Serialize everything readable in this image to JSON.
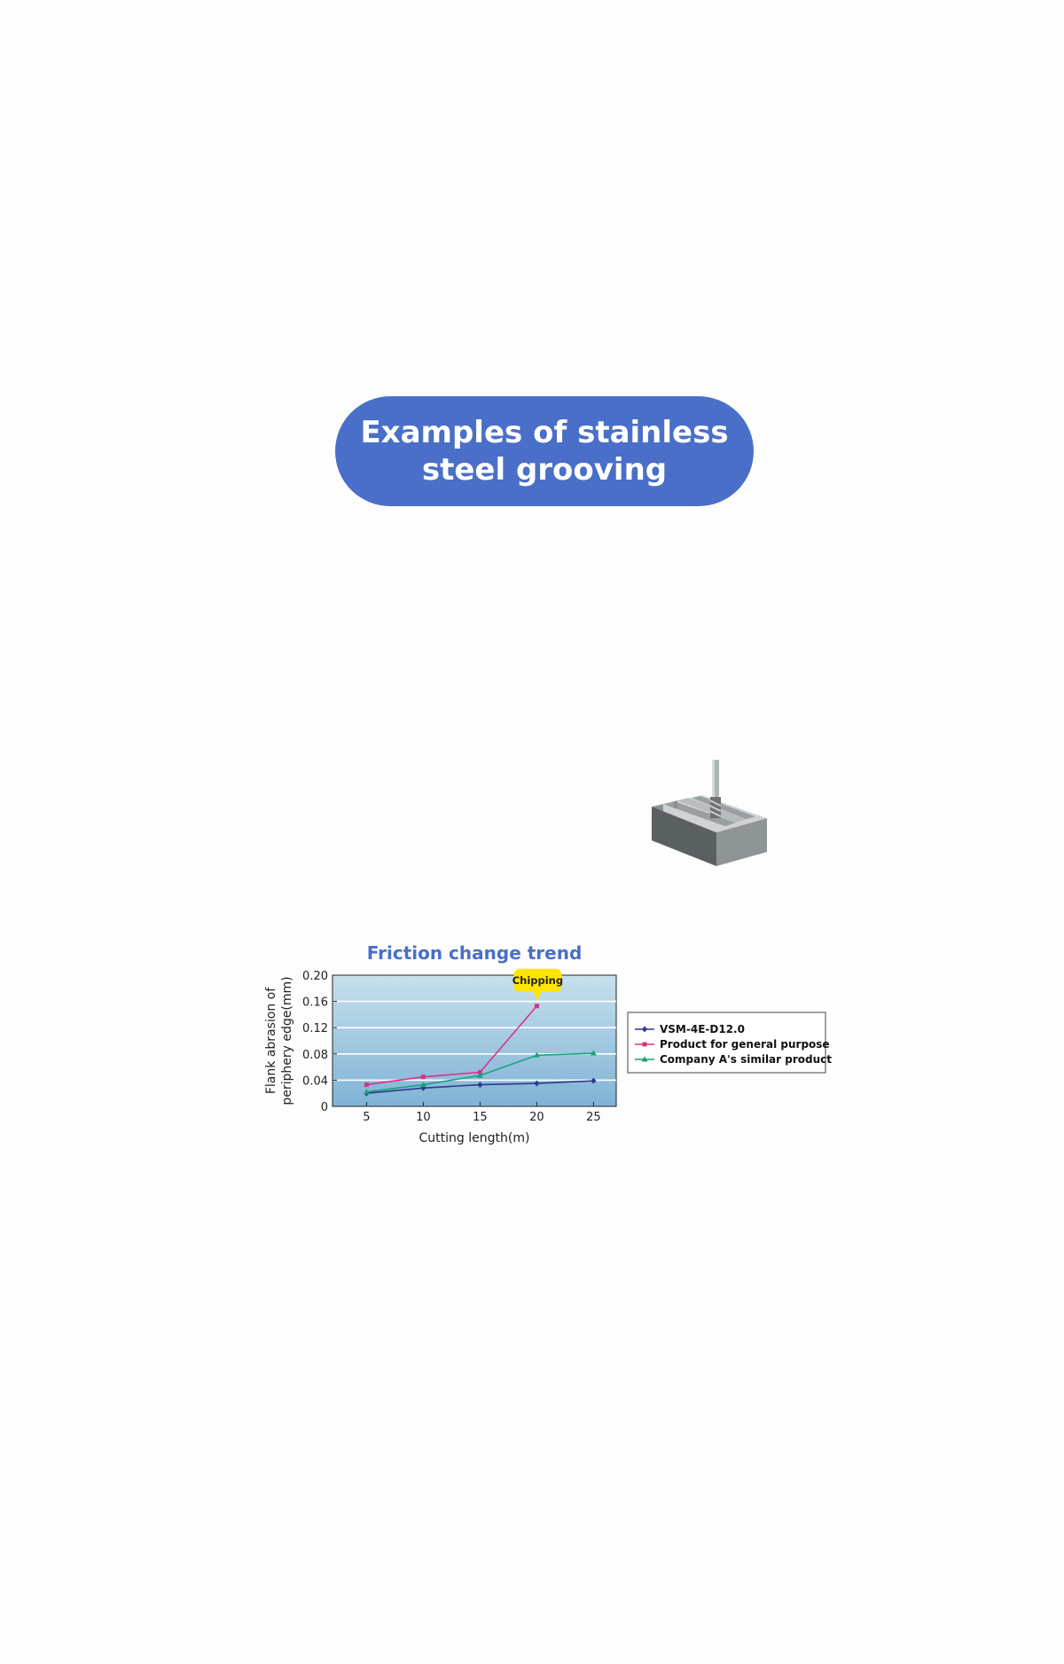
{
  "header": {
    "title_line1": "Examples of stainless",
    "title_line2": "steel grooving"
  },
  "illustration": {
    "icon": "end-mill-grooving-block-icon"
  },
  "chart_data": {
    "type": "line",
    "title": "Friction change trend",
    "xlabel": "Cutting length(m)",
    "ylabel_line1": "Flank abrasion of",
    "ylabel_line2": "periphery edge(mm)",
    "x": [
      5,
      10,
      15,
      20,
      25
    ],
    "x_ticks": [
      "5",
      "10",
      "15",
      "20",
      "25"
    ],
    "xlim": [
      2,
      27
    ],
    "ylim": [
      0,
      0.2
    ],
    "y_ticks": [
      "0",
      "0.04",
      "0.08",
      "0.12",
      "0.16",
      "0.20"
    ],
    "grid": true,
    "legend_position": "right",
    "series": [
      {
        "name": "VSM-4E-D12.0",
        "color": "#2e3a8c",
        "marker": "diamond",
        "values": [
          0.02,
          0.028,
          0.033,
          0.035,
          0.039
        ]
      },
      {
        "name": "Product for general purpose",
        "color": "#d6338a",
        "marker": "square",
        "values": [
          0.033,
          0.045,
          0.052,
          0.153,
          null
        ]
      },
      {
        "name": "Company A's similar product",
        "color": "#19a27a",
        "marker": "triangle",
        "values": [
          0.022,
          0.033,
          0.047,
          0.078,
          0.081
        ]
      }
    ],
    "annotations": [
      {
        "text": "Chipping",
        "x": 20,
        "y": 0.153,
        "color": "#ffe600"
      }
    ],
    "colors": {
      "plot_top": "#c7e0ec",
      "plot_bottom": "#7fb3d6",
      "title": "#4a6fc8"
    }
  }
}
